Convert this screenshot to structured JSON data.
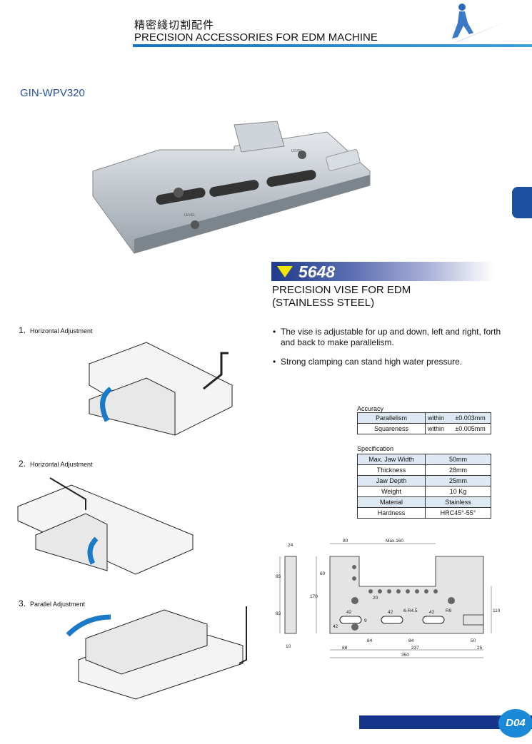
{
  "header": {
    "title_cn": "精密綫切割配件",
    "title_en": "PRECISION ACCESSORIES FOR EDM  MACHINE"
  },
  "model": "GIN-WPV320",
  "product": {
    "code": "5648",
    "title_line1": "PRECISION VISE FOR EDM",
    "title_line2": "(STAINLESS STEEL)"
  },
  "bullets": [
    "The vise is adjustable for up and down, left and right, forth and back to make parallelism.",
    "Strong clamping can stand high water pressure."
  ],
  "steps": [
    {
      "num": "1.",
      "label": "Horizontal Adjustment"
    },
    {
      "num": "2.",
      "label": "Horizontal Adjustment"
    },
    {
      "num": "3.",
      "label": "Parallel Adjustment"
    }
  ],
  "accuracy": {
    "title": "Accuracy",
    "rows": [
      [
        "Parallelism",
        "within",
        "±0.003mm"
      ],
      [
        "Squareness",
        "within",
        "±0.005mm"
      ]
    ]
  },
  "specification": {
    "title": "Specification",
    "rows": [
      [
        "Max. Jaw Width",
        "50mm"
      ],
      [
        "Thickness",
        "28mm"
      ],
      [
        "Jaw Depth",
        "25mm"
      ],
      [
        "Weight",
        "10 Kg"
      ],
      [
        "Material",
        "Stainless"
      ],
      [
        "Hardness",
        "HRC45°-55°"
      ]
    ]
  },
  "drawing": {
    "dims": [
      "24",
      "85",
      "83",
      "10",
      "80",
      "Max.160",
      "60",
      "170",
      "20",
      "42",
      "42",
      "42",
      "6-R4.5",
      "R9",
      "9",
      "42",
      "110",
      "84",
      "84",
      "50",
      "88",
      "237",
      "25",
      "350"
    ]
  },
  "photo": {
    "marks": [
      "LEVEL",
      "LEVEL"
    ]
  },
  "page": "D04",
  "colors": {
    "accent": "#1d4fa0",
    "banner": "#1f3a8a",
    "triangle": "#f2e600",
    "page_badge": "#1a8ad8"
  }
}
